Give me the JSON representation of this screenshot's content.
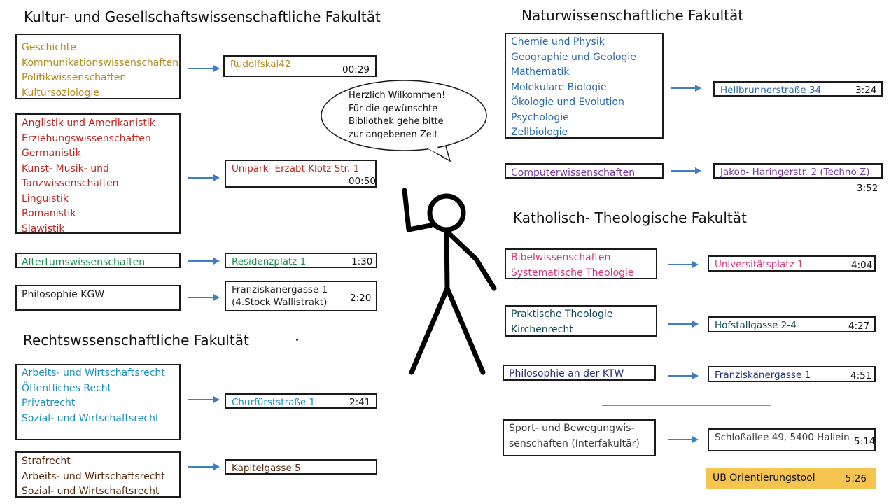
{
  "colors": {
    "kgw_a": "#b58a1e",
    "kgw_b": "#c0251e",
    "kgw_c": "#1a8f4a",
    "kgw_d": "#222222",
    "rewi_a": "#1a8fbf",
    "rewi_b": "#5a2a10",
    "nawi_a": "#2a6ab0",
    "nawi_b": "#7a3aa8",
    "ktf_a": "#e0337a",
    "ktf_b": "#0e4a5a",
    "ktf_c": "#1f2f7a",
    "sport": "#3a3a3a",
    "arrow": "#3f7dc4",
    "ub_tool_bg": "#f6c54f"
  },
  "titles": {
    "kgw": "Kultur- und Gesellschaftswissenschaftliche Fakultät",
    "nawi": "Naturwissenschaftliche Fakultät",
    "rewi": "Rechtswssenschaftliche Fakultät",
    "ktf": "Katholisch- Theologische Fakultät"
  },
  "speech": {
    "lines": [
      "Herzlich Wilkommen!",
      "Für die gewünschte",
      "Bibliothek gehe bitte",
      "zur angebenen Zeit"
    ]
  },
  "groups": [
    {
      "subjects": [
        "Geschichte",
        "Kommunikationswissenschaften",
        "Politikwissenschaften",
        "Kultursoziologie"
      ],
      "library": [
        "Rudolfskai42"
      ],
      "time": "00:29"
    },
    {
      "subjects": [
        "Anglistik und Amerikanistik",
        "Erziehungswissenschaften",
        "Germanistik",
        "Kunst- Musik- und",
        "Tanzwissenschaften",
        "Linguistik",
        "Romanistik",
        "Slawistik"
      ],
      "library": [
        "Unipark- Erzabt Klotz Str. 1"
      ],
      "time": "00:50"
    },
    {
      "subjects": [
        "Altertumswissenschaften"
      ],
      "library": [
        "Residenzplatz 1"
      ],
      "time": "1:30"
    },
    {
      "subjects": [
        "Philosophie KGW"
      ],
      "library": [
        "Franziskanergasse 1",
        "(4.Stock Wallistrakt)"
      ],
      "time": "2:20"
    },
    {
      "subjects": [
        "Arbeits- und Wirtschaftsrecht",
        "Öffentliches Recht",
        "Privatrecht",
        "Sozial- und Wirtschaftsrecht"
      ],
      "library": [
        "Churfürststraße 1"
      ],
      "time": "2:41"
    },
    {
      "subjects": [
        "Strafrecht",
        "Arbeits- und Wirtschaftsrecht",
        "Sozial- und Wirtschaftsrecht"
      ],
      "library": [
        "Kapitelgasse 5"
      ],
      "time": ""
    },
    {
      "subjects": [
        "Chemie und Physik",
        "Geographie und Geologie",
        "Mathematik",
        "Molekulare Biologie",
        "Ökologie und Evolution",
        "Psychologie",
        "Zellbiologie"
      ],
      "library": [
        "Hellbrunnerstraße 34"
      ],
      "time": "3:24"
    },
    {
      "subjects": [
        "Computerwissenschaften"
      ],
      "library": [
        "Jakob- Haringerstr. 2 (Techno Z)"
      ],
      "time": "3:52"
    },
    {
      "subjects": [
        "Bibelwissenschaften",
        "Systematische Theologie"
      ],
      "library": [
        "Universitätsplatz 1"
      ],
      "time": "4:04"
    },
    {
      "subjects": [
        "Praktische Theologie",
        "Kirchenrecht"
      ],
      "library": [
        "Hofstallgasse 2-4"
      ],
      "time": "4:27"
    },
    {
      "subjects": [
        "Philosophie an der KTW"
      ],
      "library": [
        "Franziskanergasse 1"
      ],
      "time": "4:51"
    },
    {
      "subjects": [
        "Sport- und Bewegungwis-",
        "senschaften (Interfakultär)"
      ],
      "library": [
        "Schloßallee 49, 5400 Hallein"
      ],
      "time": "5:14"
    }
  ],
  "ub_tool": {
    "label": "UB Orientierungstool",
    "time": "5:26"
  }
}
